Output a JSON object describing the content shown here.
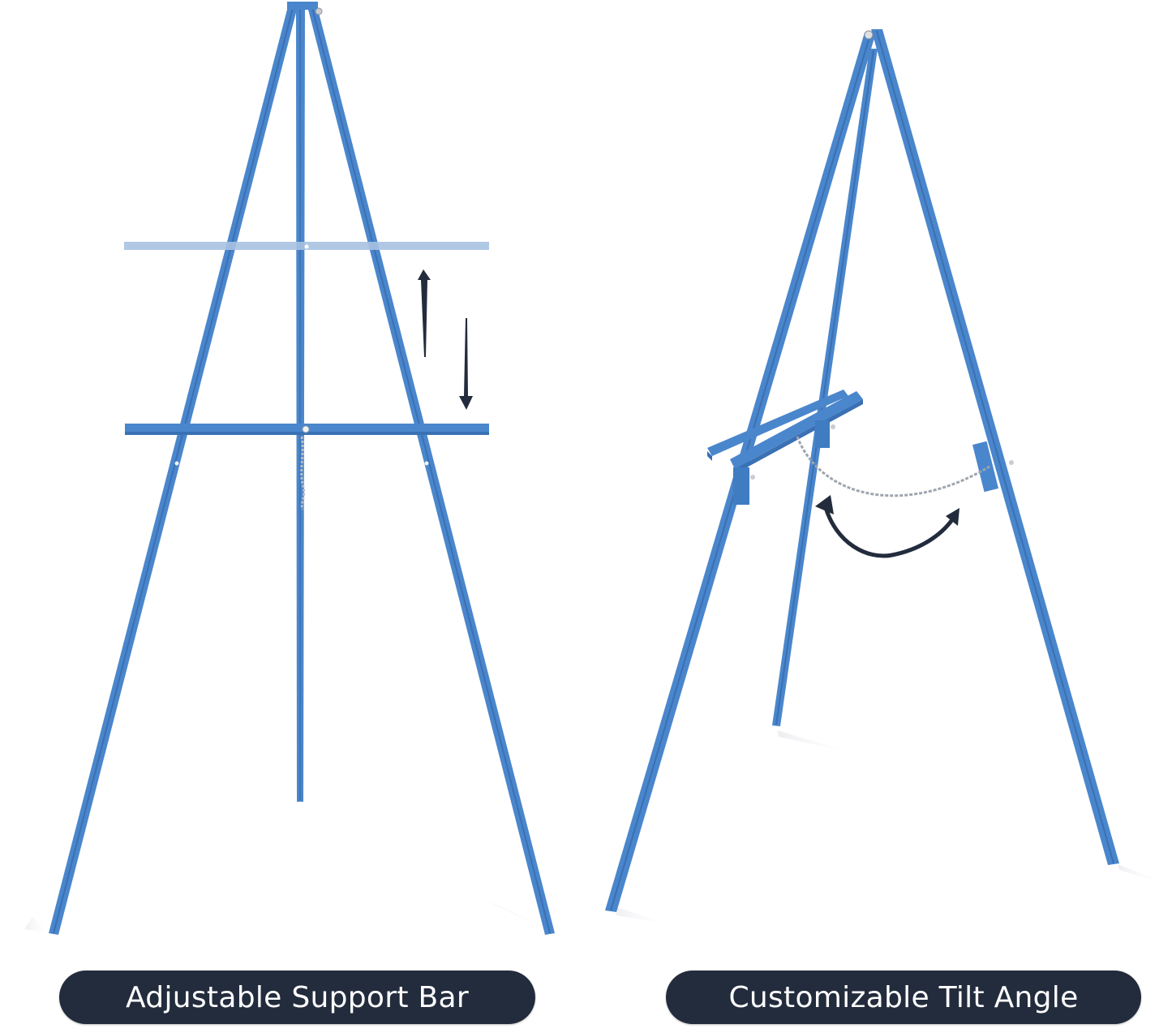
{
  "image": {
    "description": "Two blue wooden display easels shown side by side with feature captions",
    "background_color": "#ffffff",
    "easel_color": "#4a86cc",
    "easel_shade_color": "#3a70b4",
    "ghost_bar_color": "#a9c2e2",
    "arrow_color": "#232c3d"
  },
  "panels": [
    {
      "id": "left",
      "view": "front",
      "feature": "adjustable support bar",
      "indicator": "up and down arrows",
      "caption": "Adjustable Support Bar"
    },
    {
      "id": "right",
      "view": "side angle",
      "feature": "tilt angle with chain",
      "indicator": "curved double-headed arrow",
      "caption": "Customizable Tilt Angle"
    }
  ],
  "labels": {
    "left": "Adjustable Support Bar",
    "right": "Customizable Tilt Angle",
    "pill_color": "#232c3d",
    "text_color": "#ffffff"
  }
}
